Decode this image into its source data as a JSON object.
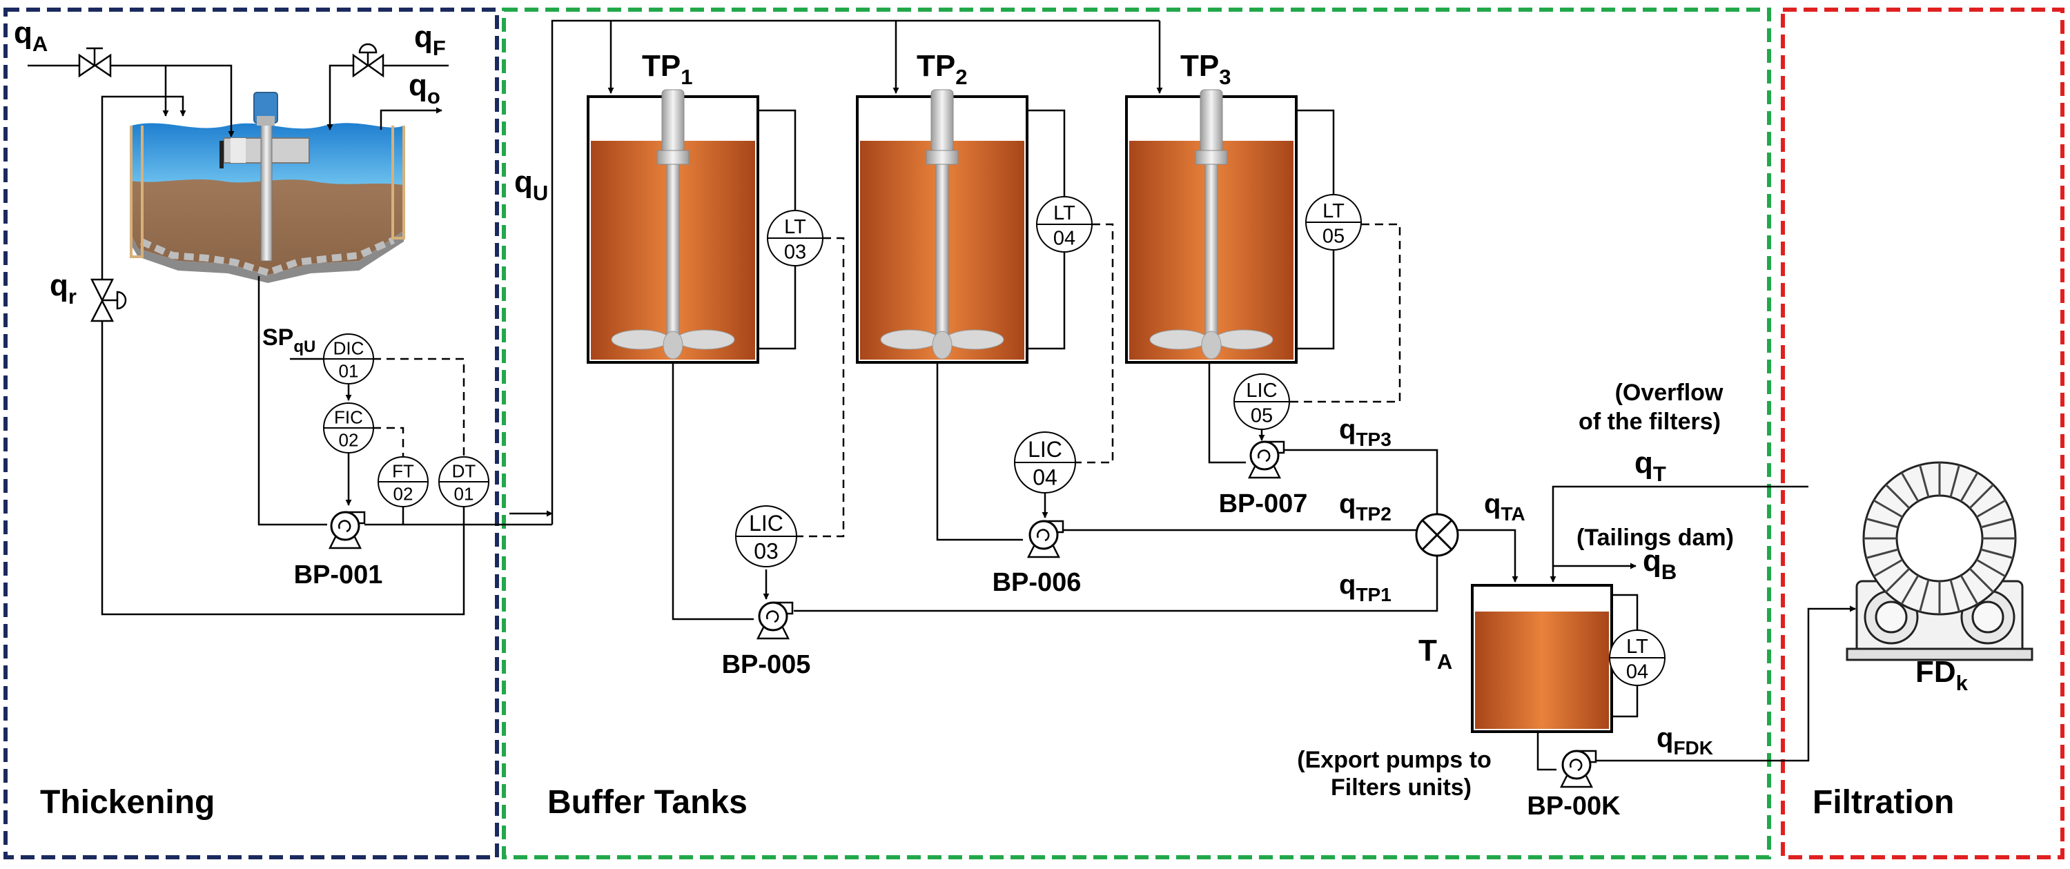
{
  "sections": {
    "thickening": "Thickening",
    "buffer": "Buffer Tanks",
    "filtration": "Filtration"
  },
  "colors": {
    "thickening_border": "#1b2a5e",
    "buffer_border": "#22a84a",
    "filtration_border": "#e02020",
    "slurry": "#e07030",
    "water": "#2f8fd0"
  },
  "flows": {
    "qA": {
      "main": "q",
      "sub": "A"
    },
    "qF": {
      "main": "q",
      "sub": "F"
    },
    "qo": {
      "main": "q",
      "sub": "o"
    },
    "qr": {
      "main": "q",
      "sub": "r"
    },
    "qU": {
      "main": "q",
      "sub": "U"
    },
    "qTP1": {
      "main": "q",
      "sub": "TP1"
    },
    "qTP2": {
      "main": "q",
      "sub": "TP2"
    },
    "qTP3": {
      "main": "q",
      "sub": "TP3"
    },
    "qTA": {
      "main": "q",
      "sub": "TA"
    },
    "qB": {
      "main": "q",
      "sub": "B"
    },
    "qT": {
      "main": "q",
      "sub": "T"
    },
    "qFDK": {
      "main": "q",
      "sub": "FDK"
    }
  },
  "setpoint": {
    "main": "SP",
    "sub": "qU"
  },
  "tanks": {
    "tp1": {
      "main": "TP",
      "sub": "1"
    },
    "tp2": {
      "main": "TP",
      "sub": "2"
    },
    "tp3": {
      "main": "TP",
      "sub": "3"
    },
    "ta": {
      "main": "T",
      "sub": "A"
    },
    "fd": {
      "main": "FD",
      "sub": "k"
    }
  },
  "pumps": {
    "bp001": "BP-001",
    "bp005": "BP-005",
    "bp006": "BP-006",
    "bp007": "BP-007",
    "bp00k": "BP-00K"
  },
  "instruments": {
    "dic01": {
      "tag": "DIC",
      "num": "01"
    },
    "fic02": {
      "tag": "FIC",
      "num": "02"
    },
    "ft02": {
      "tag": "FT",
      "num": "02"
    },
    "dt01": {
      "tag": "DT",
      "num": "01"
    },
    "lt03": {
      "tag": "LT",
      "num": "03"
    },
    "lt04": {
      "tag": "LT",
      "num": "04"
    },
    "lt05": {
      "tag": "LT",
      "num": "05"
    },
    "lic03": {
      "tag": "LIC",
      "num": "03"
    },
    "lic04": {
      "tag": "LIC",
      "num": "04"
    },
    "lic05": {
      "tag": "LIC",
      "num": "05"
    },
    "lt04_ta": {
      "tag": "LT",
      "num": "04"
    }
  },
  "notes": {
    "overflow_1": "(Overflow",
    "overflow_2": "of the filters)",
    "tailings": "(Tailings dam)",
    "export_1": "(Export pumps to",
    "export_2": "Filters units)"
  }
}
